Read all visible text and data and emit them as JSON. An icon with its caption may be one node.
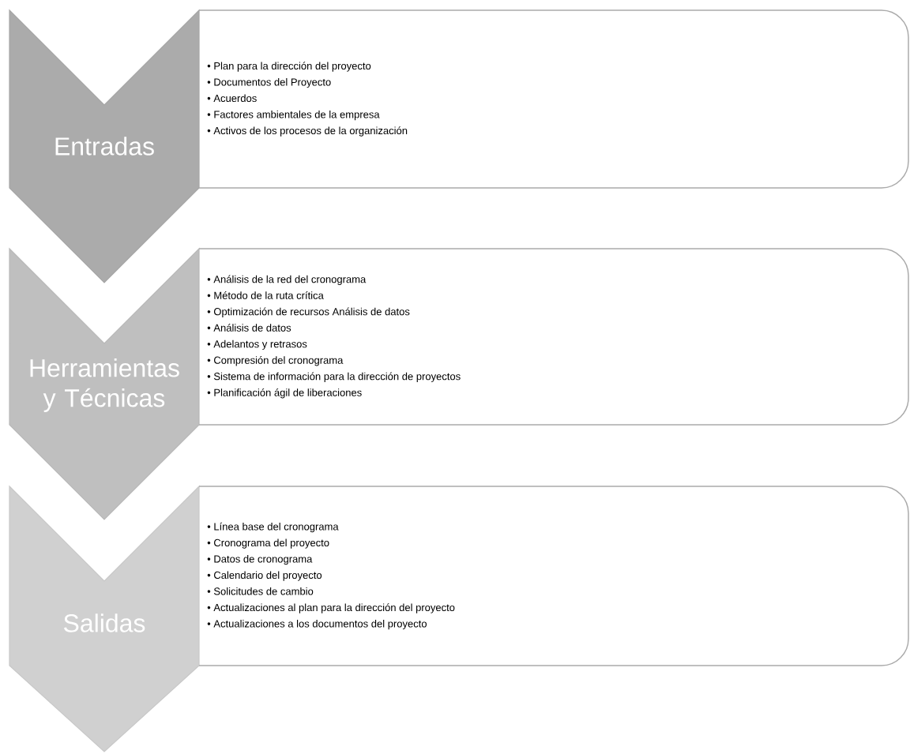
{
  "diagram": {
    "nodes": [
      {
        "text": [
          "Entradas"
        ]
      },
      {
        "text": [
          "• Plan para la dirección del proyecto",
          "• Documentos del Proyecto",
          "• Acuerdos",
          "• Factores ambientales de la empresa",
          "• Activos de los procesos de la organización"
        ]
      },
      {
        "text": [
          "Herramientas y Técnicas"
        ]
      },
      {
        "text": [
          "• Análisis de la red del cronograma",
          "• Método de la ruta crítica",
          "• Optimización de recursos Análisis de datos",
          "• Análisis de datos",
          "• Adelantos y retrasos",
          "• Compresión del cronograma",
          "• Sistema de información para la dirección de proyectos",
          "• Planificación ágil de liberaciones"
        ]
      },
      {
        "text": [
          "Salidas"
        ]
      },
      {
        "text": [
          "• Línea base del cronograma",
          "• Cronograma del proyecto",
          "• Datos de cronograma",
          "• Calendario del proyecto",
          "• Solicitudes de cambio",
          "• Actualizaciones al plan para la dirección del proyecto",
          "• Actualizaciones a los documentos del proyecto"
        ]
      }
    ]
  }
}
